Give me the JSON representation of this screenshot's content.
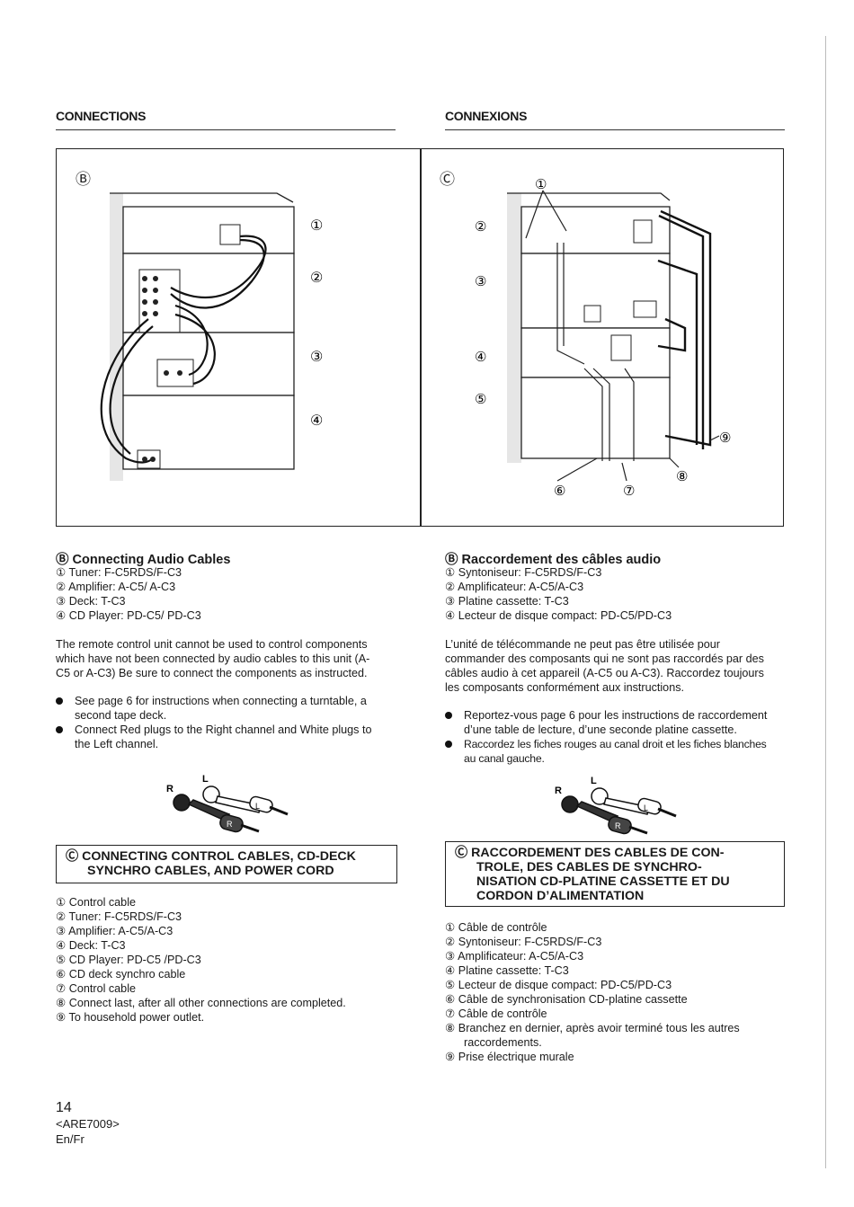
{
  "header": {
    "left_title": "CONNECTIONS",
    "right_title": "CONNEXIONS"
  },
  "figure": {
    "b_marker": "Ⓑ",
    "c_marker": "Ⓒ",
    "b_callouts": [
      "①",
      "②",
      "③",
      "④"
    ],
    "c_callouts": [
      "①",
      "②",
      "③",
      "④",
      "⑤",
      "⑥",
      "⑦",
      "⑧",
      "⑨"
    ]
  },
  "left": {
    "b_title": "Ⓑ Connecting Audio Cables",
    "b_items": [
      "① Tuner: F-C5RDS/F-C3",
      "② Amplifier: A-C5/ A-C3",
      "③ Deck: T-C3",
      "④ CD Player: PD-C5/ PD-C3"
    ],
    "paragraph": [
      "The remote control unit cannot be used to control components",
      "which have not been connected by audio cables to this unit (A-",
      "C5 or A-C3) Be sure to connect the components as instructed."
    ],
    "bullets": [
      [
        "See page 6 for instructions when connecting a turntable, a",
        "second tape deck."
      ],
      [
        "Connect Red plugs to the Right channel and White plugs to",
        "the Left channel."
      ]
    ],
    "plug_labels": {
      "r": "R",
      "l": "L"
    },
    "c_title": [
      "Ⓒ CONNECTING CONTROL CABLES, CD-DECK",
      "SYNCHRO CABLES, AND POWER CORD"
    ],
    "c_items": [
      "① Control cable",
      "② Tuner: F-C5RDS/F-C3",
      "③ Amplifier: A-C5/A-C3",
      "④ Deck: T-C3",
      "⑤ CD Player: PD-C5 /PD-C3",
      "⑥ CD deck synchro cable",
      "⑦ Control cable",
      "⑧ Connect last, after all other connections are completed.",
      "⑨ To household power outlet."
    ]
  },
  "right": {
    "b_title": "Ⓑ Raccordement des câbles audio",
    "b_items": [
      "① Syntoniseur: F-C5RDS/F-C3",
      "② Amplificateur: A-C5/A-C3",
      "③ Platine cassette: T-C3",
      "④ Lecteur de disque compact: PD-C5/PD-C3"
    ],
    "paragraph": [
      "L’unité de télécommande ne peut pas être utilisée pour",
      "commander des composants qui ne sont pas raccordés par des",
      "câbles audio à cet appareil (A-C5 ou A-C3). Raccordez toujours",
      "les composants conformément aux instructions."
    ],
    "bullets": [
      [
        "Reportez-vous page 6 pour les instructions de raccordement",
        "d’une table de lecture, d’une seconde platine cassette."
      ],
      [
        "Raccordez les fiches rouges au canal droit et les fiches blanches",
        "au canal gauche."
      ]
    ],
    "plug_labels": {
      "r": "R",
      "l": "L"
    },
    "c_title": [
      "Ⓒ RACCORDEMENT DES CABLES DE CON-",
      "TROLE, DES CABLES DE SYNCHRO-",
      "NISATION CD-PLATINE CASSETTE ET DU",
      "CORDON D’ALIMENTATION"
    ],
    "c_items": [
      "① Câble de contrôle",
      "② Syntoniseur: F-C5RDS/F-C3",
      "③ Amplificateur: A-C5/A-C3",
      "④ Platine cassette: T-C3",
      "⑤ Lecteur de disque compact: PD-C5/PD-C3",
      "⑥ Câble de synchronisation CD-platine cassette",
      "⑦ Câble de contrôle",
      "⑧ Branchez en dernier, après avoir terminé tous les autres",
      "raccordements.",
      "⑨ Prise électrique murale"
    ]
  },
  "footer": {
    "page": "14",
    "code": "<ARE7009>",
    "lang": "En/Fr"
  }
}
